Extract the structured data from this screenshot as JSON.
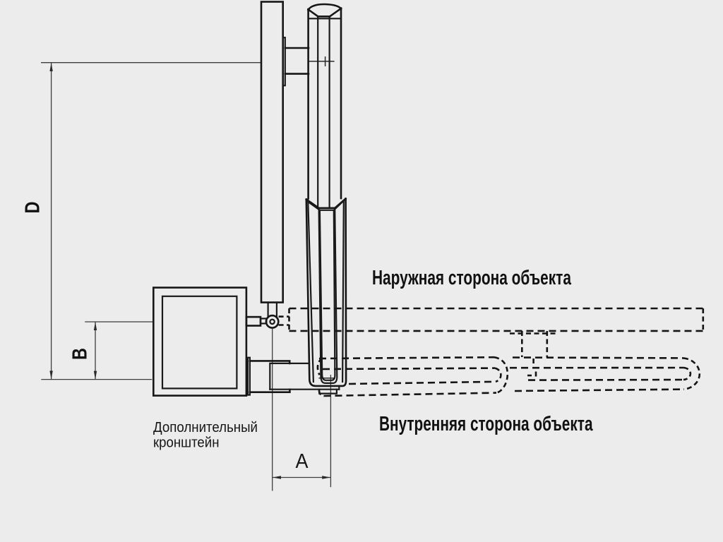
{
  "canvas": {
    "background": "#ececec",
    "line_color": "#161616",
    "thin_line_color": "#3d3d3d"
  },
  "labels": {
    "outer_side": "Наружная сторона объекта",
    "inner_side": "Внутренняя сторона объекта",
    "bracket_caption_line1": "Дополнительный",
    "bracket_caption_line2": "кронштейн",
    "dimension_d": "D",
    "dimension_b": "B",
    "dimension_a": "A"
  }
}
